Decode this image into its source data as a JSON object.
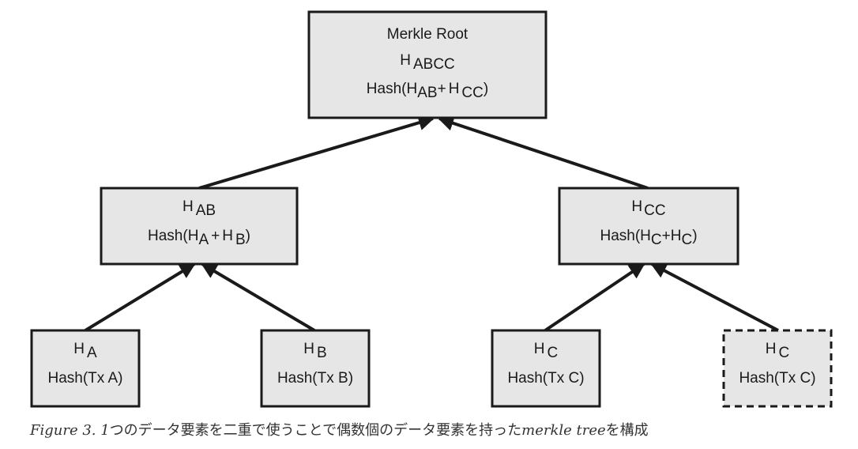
{
  "nodes": {
    "root": {
      "title": "Merkle Root",
      "hash": {
        "h": "H",
        "sub": "ABCC"
      },
      "formula": {
        "a_h": "H",
        "a_sub": "AB",
        "plus": "+",
        "b_h": "H",
        "b_sub": "CC"
      }
    },
    "hab": {
      "hash": {
        "h": "H",
        "sub": "AB"
      },
      "formula": {
        "a_h": "H",
        "a_sub": "A",
        "plus": "+",
        "b_h": "H",
        "b_sub": "B"
      }
    },
    "hcc": {
      "hash": {
        "h": "H",
        "sub": "CC"
      },
      "formula": {
        "a_h": "H",
        "a_sub": "C",
        "plus": "+",
        "b_h": "H",
        "b_sub": "C"
      }
    },
    "leaves": [
      {
        "h": "H",
        "sub": "A",
        "text": "Hash(Tx A)"
      },
      {
        "h": "H",
        "sub": "B",
        "text": "Hash(Tx B)"
      },
      {
        "h": "H",
        "sub": "C",
        "text": "Hash(Tx C)"
      },
      {
        "h": "H",
        "sub": "C",
        "text": "Hash(Tx C)"
      }
    ]
  },
  "caption": {
    "label": "Figure 3. 1",
    "text_1": "つのデータ要素を二重で使うことで偶数個のデータ要素を持った",
    "term": "merkle tree",
    "text_2": "を構成"
  }
}
